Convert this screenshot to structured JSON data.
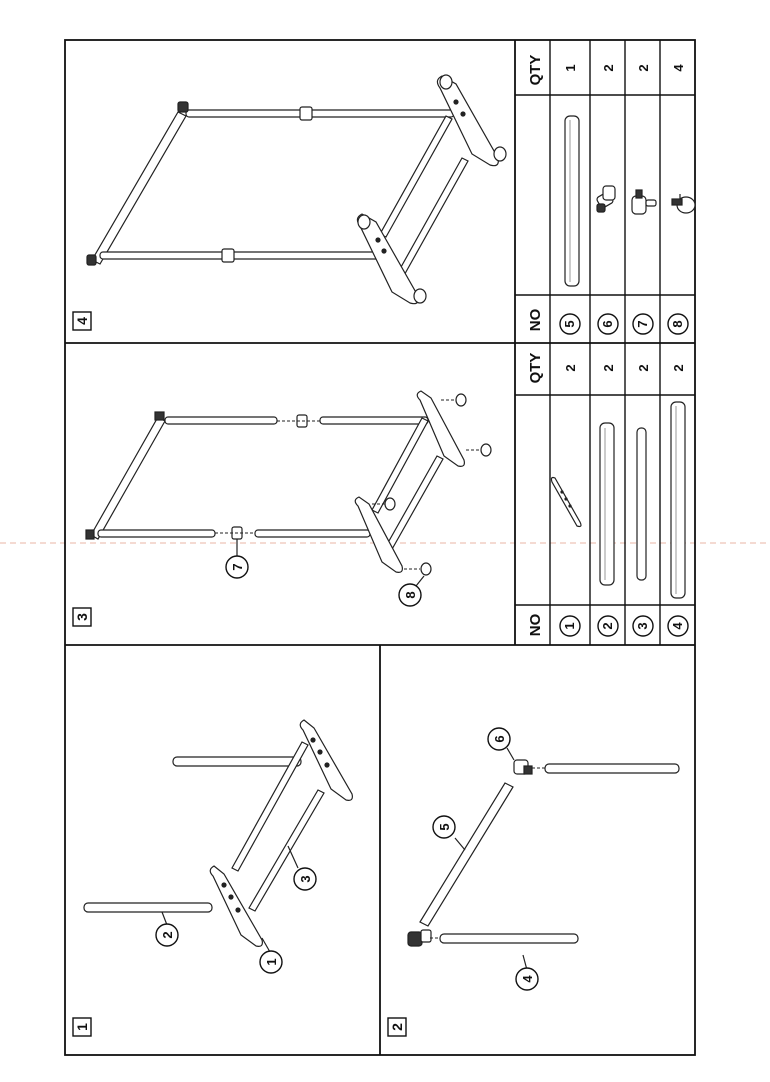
{
  "steps": {
    "step1": "1",
    "step2": "2",
    "step3": "3",
    "step4": "4"
  },
  "callouts": {
    "s1": [
      "1",
      "2",
      "3"
    ],
    "s2": [
      "4",
      "5",
      "6"
    ],
    "s3": [
      "7",
      "8"
    ]
  },
  "parts_table_left": {
    "header_no": "NO",
    "header_qty": "QTY",
    "rows": [
      {
        "no": "1",
        "qty": "2"
      },
      {
        "no": "2",
        "qty": "2"
      },
      {
        "no": "3",
        "qty": "2"
      },
      {
        "no": "4",
        "qty": "2"
      }
    ]
  },
  "parts_table_right": {
    "header_no": "NO",
    "header_qty": "QTY",
    "rows": [
      {
        "no": "5",
        "qty": "1"
      },
      {
        "no": "6",
        "qty": "2"
      },
      {
        "no": "7",
        "qty": "2"
      },
      {
        "no": "8",
        "qty": "4"
      }
    ]
  }
}
